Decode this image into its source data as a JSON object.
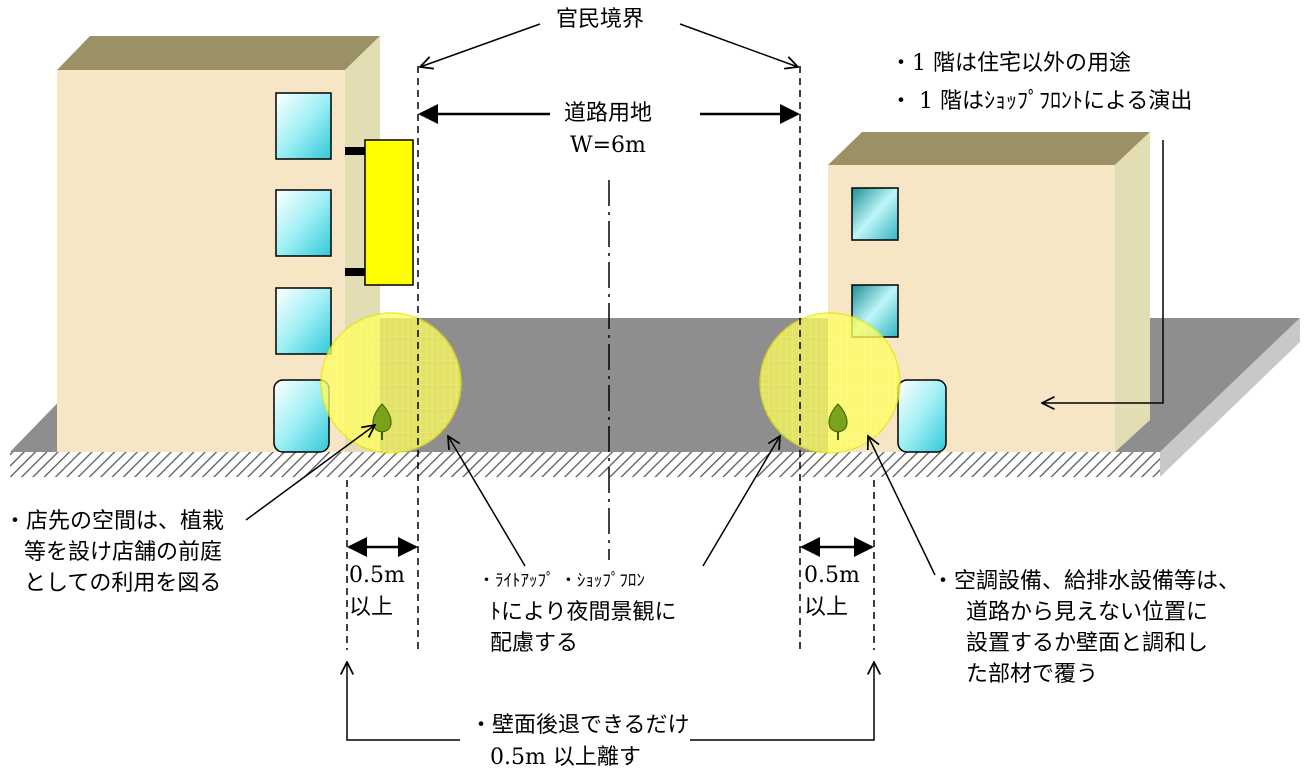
{
  "labels": {
    "boundary": "官民境界",
    "road_use": "道路用地",
    "road_width": "W=6m",
    "first_floor_use": "・1 階は住宅以外の用途",
    "first_floor_shopfront": "・ 1 階はｼｮｯﾌﾟﾌﾛﾝﾄによる演出",
    "storefront_line1": "・店先の空間は、植栽",
    "storefront_line2": "等を設け店舗の前庭",
    "storefront_line3": "としての利用を図る",
    "setback_left_value": "0.5m",
    "setback_left_unit": "以上",
    "setback_right_value": "0.5m",
    "setback_right_unit": "以上",
    "lighting_line1": "・ﾗｲﾄｱｯﾌﾟ ・ｼｮｯﾌﾟﾌﾛﾝ",
    "lighting_line2": "ﾄにより夜間景観に",
    "lighting_line3": "配慮する",
    "equipment_line1": "・空調設備、給排水設備等は、",
    "equipment_line2": "道路から見えない位置に",
    "equipment_line3": "設置するか壁面と調和し",
    "equipment_line4": "た部材で覆う",
    "wall_setback_line1": "・壁面後退できるだけ",
    "wall_setback_line2": "0.5m 以上離す"
  },
  "colors": {
    "building_wall": "#f6e6c6",
    "building_roof": "#9c9166",
    "building_side": "#e3ddb3",
    "road": "#8e8e8e",
    "window": "#7fe8f0",
    "sign": "#ffff00",
    "highlight": "#ffff55",
    "tree": "#7aa21a"
  }
}
